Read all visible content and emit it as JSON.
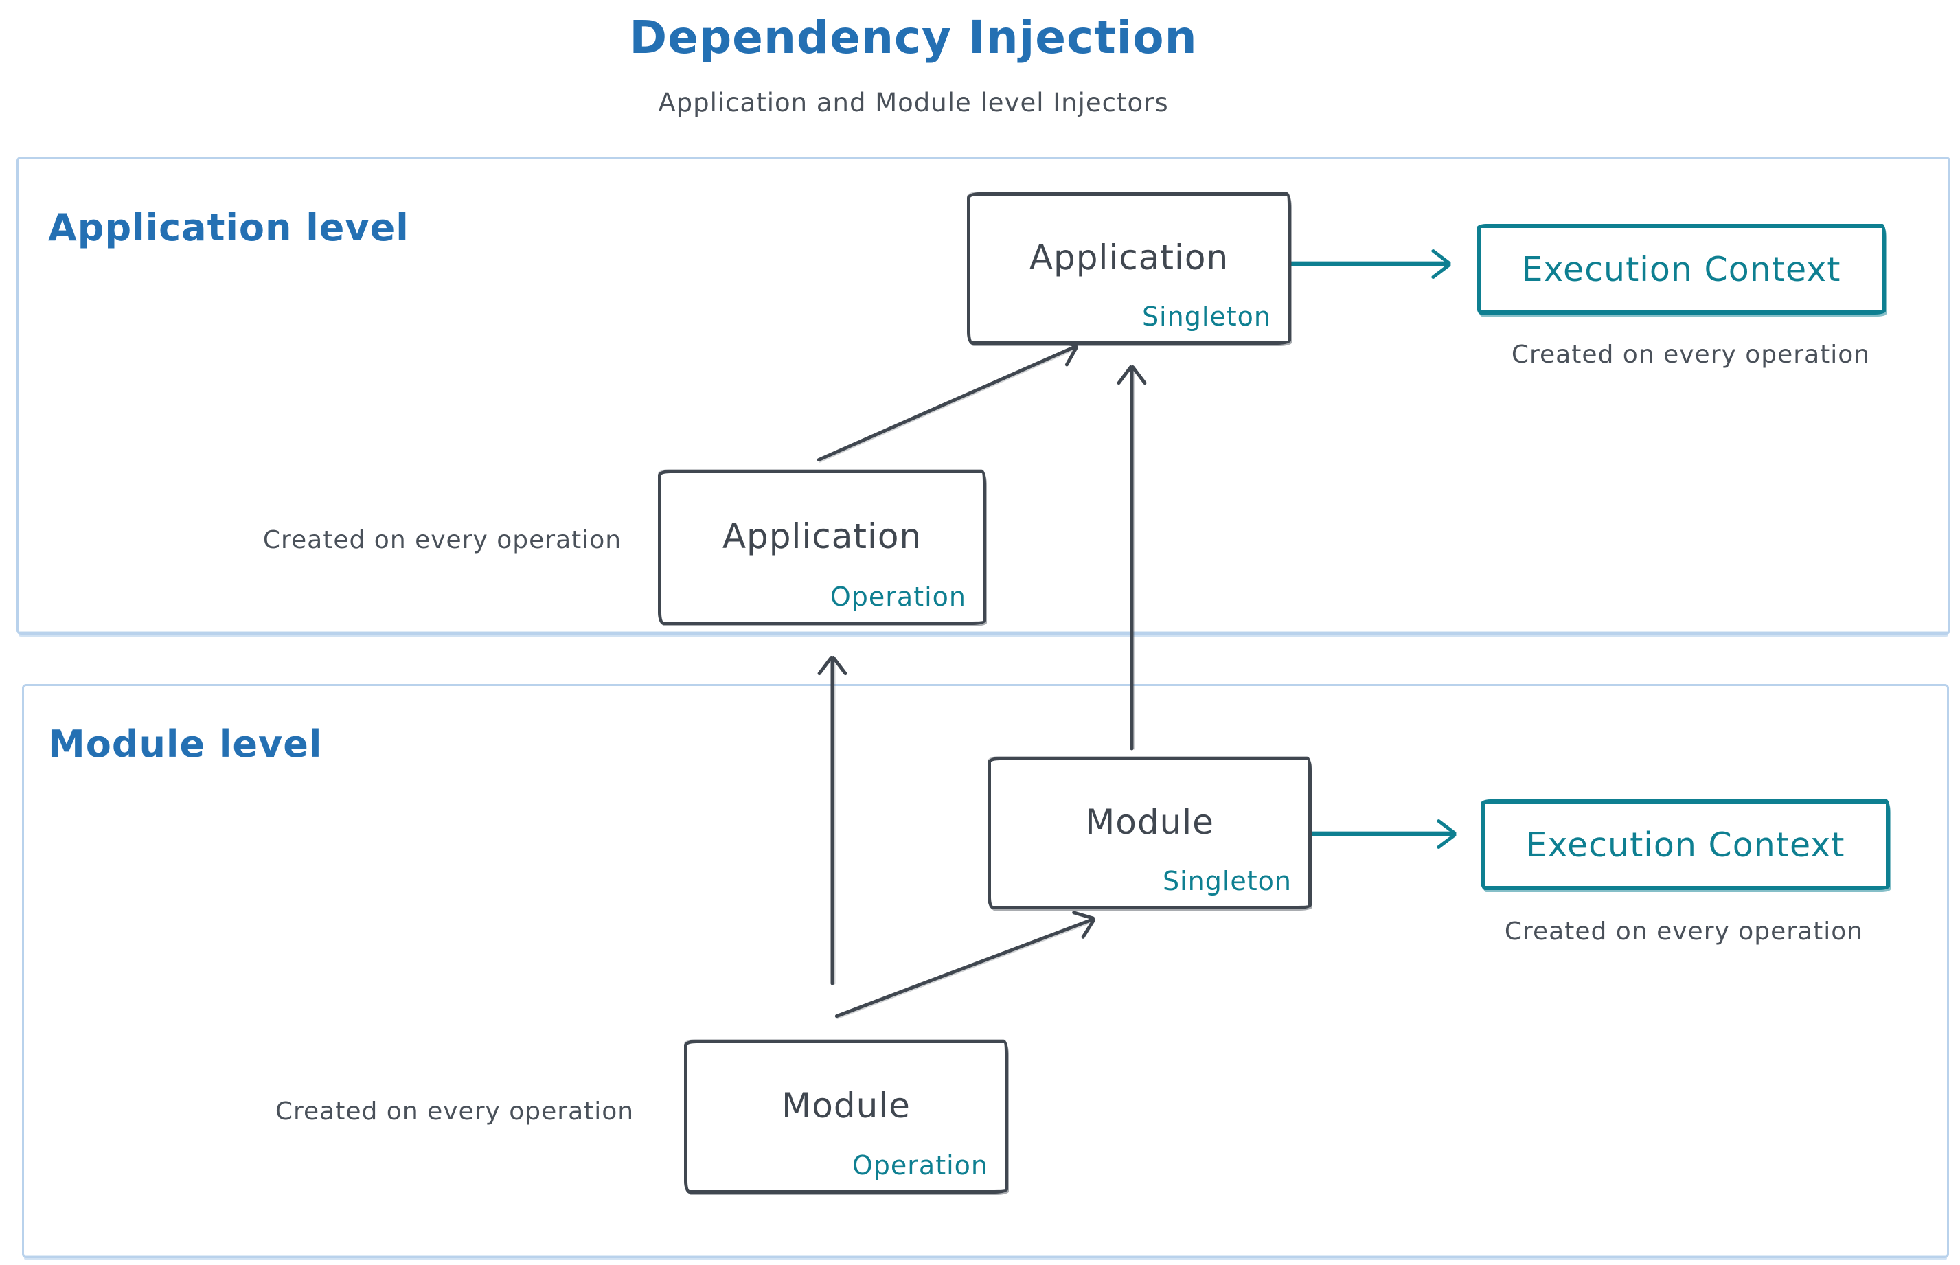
{
  "title": "Dependency Injection",
  "subtitle": "Application and Module level Injectors",
  "colors": {
    "blue": "#2470b3",
    "dark": "#404750",
    "teal": "#0e7f91",
    "region_border": "#b9d2ec"
  },
  "sections": {
    "application": {
      "label": "Application level",
      "singleton_box": {
        "title": "Application",
        "tag": "Singleton"
      },
      "operation_box": {
        "title": "Application",
        "tag": "Operation"
      },
      "operation_note": "Created on every operation",
      "execution_context": {
        "label": "Execution Context",
        "note": "Created on every operation"
      }
    },
    "module": {
      "label": "Module level",
      "singleton_box": {
        "title": "Module",
        "tag": "Singleton"
      },
      "operation_box": {
        "title": "Module",
        "tag": "Operation"
      },
      "operation_note": "Created on every operation",
      "execution_context": {
        "label": "Execution Context",
        "note": "Created on every operation"
      }
    }
  }
}
